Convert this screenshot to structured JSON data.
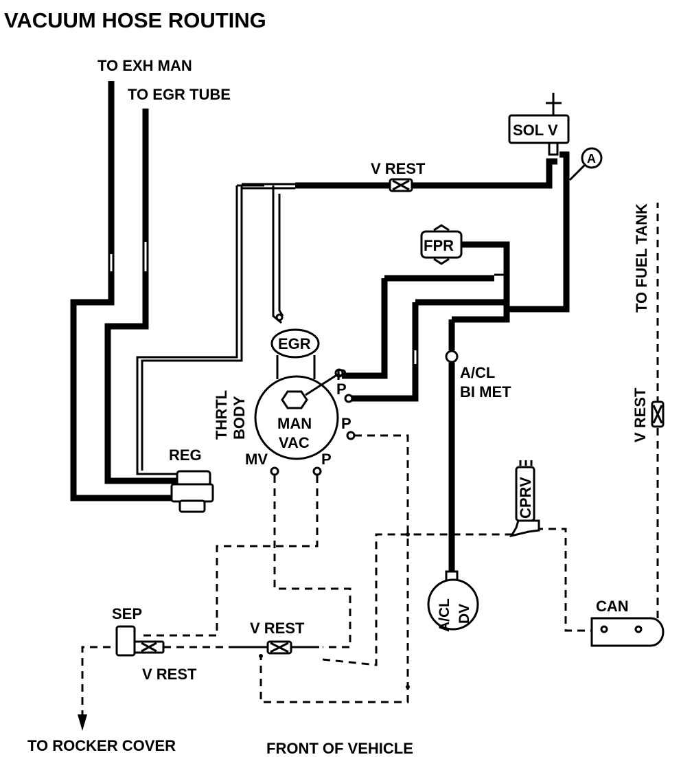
{
  "title": "VACUUM HOSE ROUTING",
  "labels": {
    "to_exh_man": "TO EXH MAN",
    "to_egr_tube": "TO EGR TUBE",
    "sol_v": "SOL V",
    "callout_a": "A",
    "v_rest_top": "V REST",
    "to_fuel_tank": "TO FUEL TANK",
    "fpr": "FPR",
    "egr": "EGR",
    "thrtl": "THRTL",
    "body": "BODY",
    "man": "MAN",
    "vac": "VAC",
    "port_p1": "P",
    "port_p2": "P",
    "port_p3": "P",
    "port_p4": "P",
    "mv": "MV",
    "reg": "REG",
    "a_cl_bi_met_1": "A/CL",
    "a_cl_bi_met_2": "BI MET",
    "v_rest_right": "V REST",
    "cprv": "CPRV",
    "a_cl_dv_1": "A/CL",
    "a_cl_dv_2": "DV",
    "can": "CAN",
    "sep": "SEP",
    "v_rest_bottom": "V REST",
    "v_rest_sep": "V REST",
    "to_rocker_cover": "TO ROCKER COVER",
    "front_of_vehicle": "FRONT OF VEHICLE"
  }
}
